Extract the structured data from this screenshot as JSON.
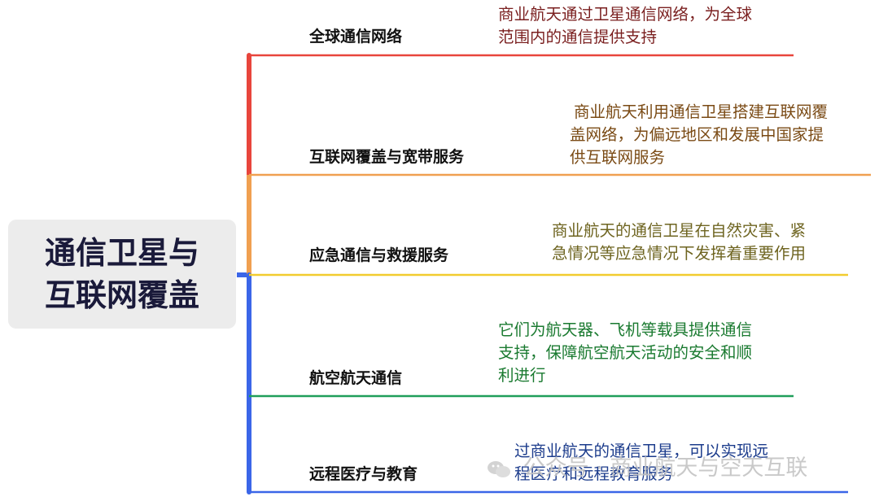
{
  "root": {
    "title_line1": "通信卫星与",
    "title_line2": "互联网覆盖"
  },
  "branches": [
    {
      "label": "全球通信网络",
      "description": "商业航天通过卫星通信网络，为全球范围内的通信提供支持",
      "desc_lines": [
        "商业航天通过卫星通信网络，为全球",
        "范围内的通信提供支持"
      ],
      "color": "#e8453c",
      "text_color": "#7a1f1f"
    },
    {
      "label": "互联网覆盖与宽带服务",
      "description": "商业航天利用通信卫星搭建互联网覆盖网络，为偏远地区和发展中国家提供互联网服务",
      "desc_lines": [
        "商业航天利用通信卫星搭建互联网覆",
        "盖网络，为偏远地区和发展中国家提",
        "供互联网服务"
      ],
      "color": "#f0a050",
      "text_color": "#7a4a14"
    },
    {
      "label": "应急通信与救援服务",
      "description": "商业航天的通信卫星在自然灾害、紧急情况等应急情况下发挥着重要作用",
      "desc_lines": [
        "商业航天的通信卫星在自然灾害、紧",
        "急情况等应急情况下发挥着重要作用"
      ],
      "color": "#f2cc2e",
      "text_color": "#6e6420"
    },
    {
      "label": "航空航天通信",
      "description": "它们为航天器、飞机等载具提供通信支持，保障航空航天活动的安全和顺利进行",
      "desc_lines": [
        "它们为航天器、飞机等载具提供通信",
        "支持，保障航空航天活动的安全和顺",
        "利进行"
      ],
      "color": "#1f9e5a",
      "text_color": "#1a7a30"
    },
    {
      "label": "远程医疗与教育",
      "description": "过商业航天的通信卫星，可以实现远程医疗和远程教育服务",
      "desc_lines": [
        "过商业航天的通信卫星，可以实现远",
        "程医疗和远程教育服务"
      ],
      "color": "#3b66e8",
      "text_color": "#1c3c8c"
    }
  ],
  "watermark": {
    "text": "公众号 · 商业航天与空天互联"
  }
}
